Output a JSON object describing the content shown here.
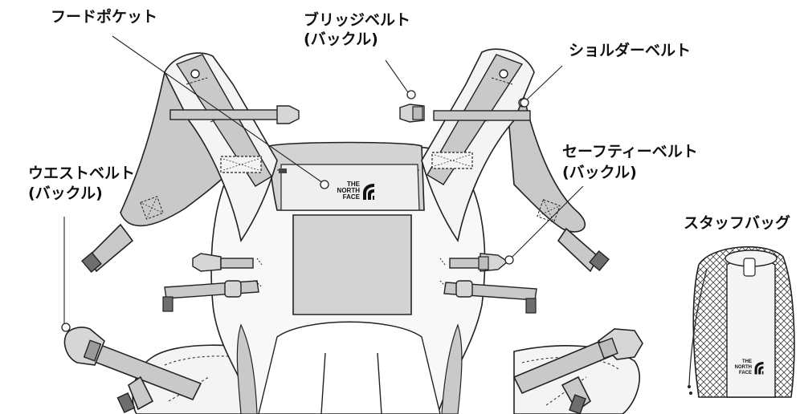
{
  "labels": {
    "hood_pocket": "フードポケット",
    "bridge_belt_line1": "ブリッジベルト",
    "bridge_belt_line2": "(バックル)",
    "shoulder_belt": "ショルダーベルト",
    "safety_belt_line1": "セーフティーベルト",
    "safety_belt_line2": "(バックル)",
    "waist_belt_line1": "ウエストベルト",
    "waist_belt_line2": "(バックル)",
    "stuff_bag": "スタッフバッグ"
  },
  "logo": {
    "line1": "THE",
    "line2": "NORTH",
    "line3": "FACE"
  },
  "colors": {
    "outline": "#222222",
    "strap_gray": "#c9c9c9",
    "panel_gray": "#d3d3d3",
    "light_fill": "#f2f2f2",
    "buckle_dark": "#6e6e6e"
  }
}
